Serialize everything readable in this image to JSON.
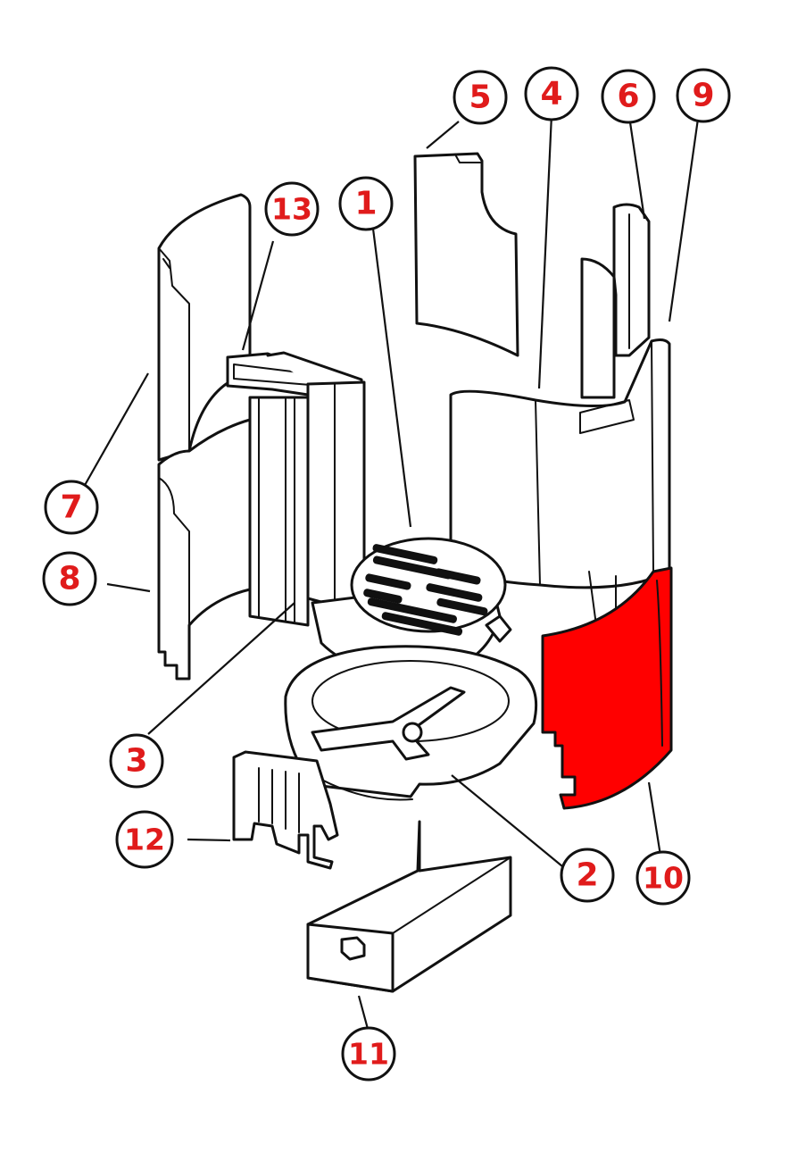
{
  "colors": {
    "highlight": "#ff0000",
    "label_text": "#e01b1b",
    "line": "#111111"
  },
  "callouts": [
    {
      "label": "1",
      "part": "grate"
    },
    {
      "label": "2",
      "part": "grate-support-ring"
    },
    {
      "label": "3",
      "part": "front-plate"
    },
    {
      "label": "4",
      "part": "rear-lining"
    },
    {
      "label": "5",
      "part": "upper-rear-brick"
    },
    {
      "label": "6",
      "part": "upper-side-brick"
    },
    {
      "label": "7",
      "part": "upper-left-lining"
    },
    {
      "label": "8",
      "part": "lower-left-lining"
    },
    {
      "label": "9",
      "part": "right-lining-edge"
    },
    {
      "label": "10",
      "part": "lower-right-lining",
      "highlighted": true
    },
    {
      "label": "11",
      "part": "ash-pan"
    },
    {
      "label": "12",
      "part": "air-control-bracket"
    },
    {
      "label": "13",
      "part": "front-frame"
    }
  ]
}
